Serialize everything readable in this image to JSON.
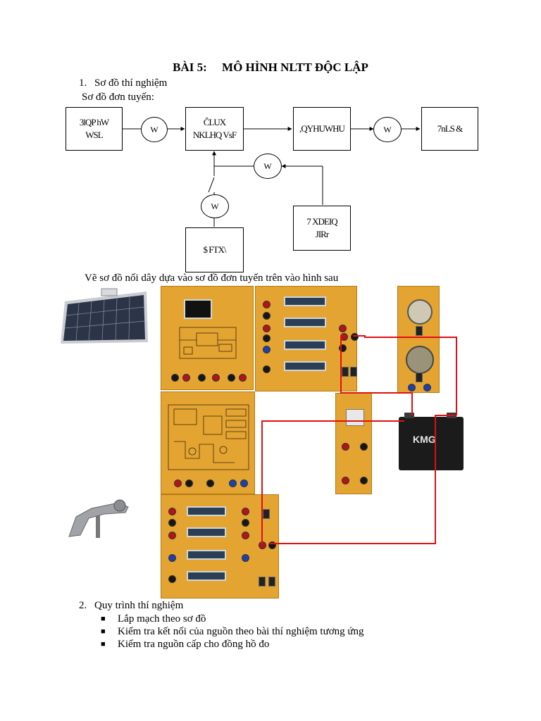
{
  "title": "BÀI 5:     MÔ HÌNH NLTT ĐỘC LẬP",
  "section1": {
    "number": "1.",
    "heading": "Sơ đồ thí nghiệm"
  },
  "subheading": "Sơ đồ đơn tuyến:",
  "diagram": {
    "boxes": {
      "solar_line1": "3lQP hW",
      "solar_line2": "WSL",
      "charger_line1": "ĈLUX",
      "charger_line2": "NKLHQ VsF",
      "inverter": ",QYHUWHU",
      "load": "7nLS & ",
      "turbine_line1": "7 XDEIQ",
      "turbine_line2": "JIRr",
      "battery": "$ FTX\\"
    },
    "meter_label": "W"
  },
  "instruction": "Vẽ sơ đồ nối dây dựa vào sơ đồ đơn tuyến trên vào hình sau",
  "photo": {
    "battery_brand": "KMG",
    "colors": {
      "panel": "#e4a431",
      "wire": "#e01010"
    }
  },
  "section2": {
    "number": "2.",
    "heading": "Quy trình thí nghiệm",
    "bullet_symbol": "■",
    "items": [
      "Lắp mạch theo sơ đồ",
      "Kiểm tra kết nối của nguồn theo bài thí nghiệm tương ứng",
      "Kiểm tra nguồn cấp cho đồng hồ đo"
    ]
  }
}
